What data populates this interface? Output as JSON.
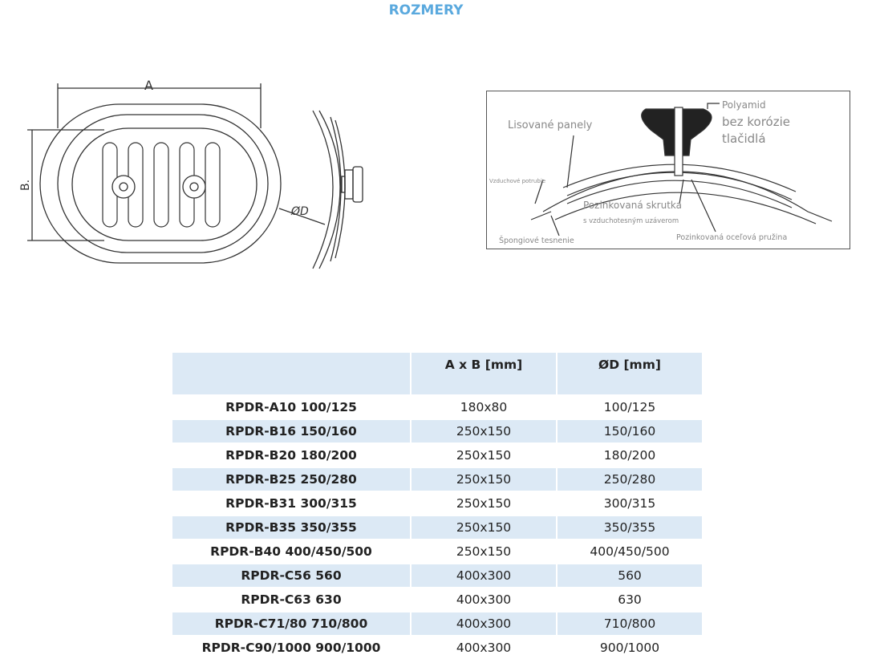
{
  "title": "ROZMERY",
  "drawing": {
    "label_a": "A",
    "label_b": "B.",
    "label_d": "ØD"
  },
  "section": {
    "polyamid": "Polyamid",
    "bez_korozie": "bez korózie",
    "tlacidla": "tlačidlá",
    "lisovane": "Lisované panely",
    "vzduchove": "Vzduchové potrubie",
    "skrutka": "Pozinkovaná skrutka",
    "uzaver": "s vzduchotesným uzáverom",
    "spongiove": "Špongiové tesnenie",
    "pruzina": "Pozinkovaná oceľová pružina"
  },
  "table": {
    "headers": [
      "",
      "A x B [mm]",
      "ØD [mm]"
    ],
    "rows": [
      [
        "RPDR-A10 100/125",
        "180x80",
        "100/125"
      ],
      [
        "RPDR-B16 150/160",
        "250x150",
        "150/160"
      ],
      [
        "RPDR-B20 180/200",
        "250x150",
        "180/200"
      ],
      [
        "RPDR-B25 250/280",
        "250x150",
        "250/280"
      ],
      [
        "RPDR-B31 300/315",
        "250x150",
        "300/315"
      ],
      [
        "RPDR-B35 350/355",
        "250x150",
        "350/355"
      ],
      [
        "RPDR-B40 400/450/500",
        "250x150",
        "400/450/500"
      ],
      [
        "RPDR-C56 560",
        "400x300",
        "560"
      ],
      [
        "RPDR-C63 630",
        "400x300",
        "630"
      ],
      [
        "RPDR-C71/80 710/800",
        "400x300",
        "710/800"
      ],
      [
        "RPDR-C90/1000 900/1000",
        "400x300",
        "900/1000"
      ]
    ]
  }
}
